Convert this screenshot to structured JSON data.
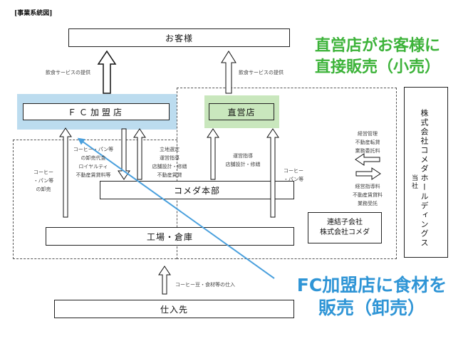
{
  "header": "[事業系統図]",
  "nodes": {
    "customer": "お客様",
    "fc": "ＦＣ加盟店",
    "direct": "直営店",
    "hq": "コメダ本部",
    "factory": "工場・倉庫",
    "supplier": "仕入先",
    "subsidiary_line1": "連結子会社",
    "subsidiary_line2": "株式会社コメダ",
    "holdings_main": "株式会社コメダホールディングス",
    "holdings_tag": "当社"
  },
  "labels": {
    "food_service_left": "飲食サービスの提供",
    "food_service_right": "飲食サービスの提供",
    "fc_to_hq_lines": [
      "コーヒー・パン等",
      "の卸売代金",
      "ロイヤルティ",
      "不動産賃貸料等"
    ],
    "hq_to_fc_lines": [
      "立地選定",
      "運営指導",
      "店舗設計・修繕",
      "不動産賃貸"
    ],
    "hq_to_direct_lines": [
      "運営指導",
      "店舗設計・修繕"
    ],
    "factory_to_fc_lines": [
      "コーヒー",
      "・パン等",
      "の卸売"
    ],
    "factory_to_direct_lines": [
      "コーヒー",
      "・パン等"
    ],
    "holdings_out_lines": [
      "経営管理",
      "不動産転貸",
      "業務委託料"
    ],
    "holdings_in_lines": [
      "経営指導料",
      "不動産賃貸料",
      "業務受託"
    ],
    "supplier_in": "コーヒー豆・食材等の仕入"
  },
  "callouts": {
    "green_line1": "直営店がお客様に",
    "green_line2": "直接販売（小売）",
    "blue_line1": "FC加盟店に食材を",
    "blue_line2": "販売（卸売）"
  },
  "colors": {
    "fc_fill": "#bcdcef",
    "direct_fill": "#c9e7bd",
    "callout_green": "#3db33a",
    "callout_blue": "#2f95d6"
  }
}
